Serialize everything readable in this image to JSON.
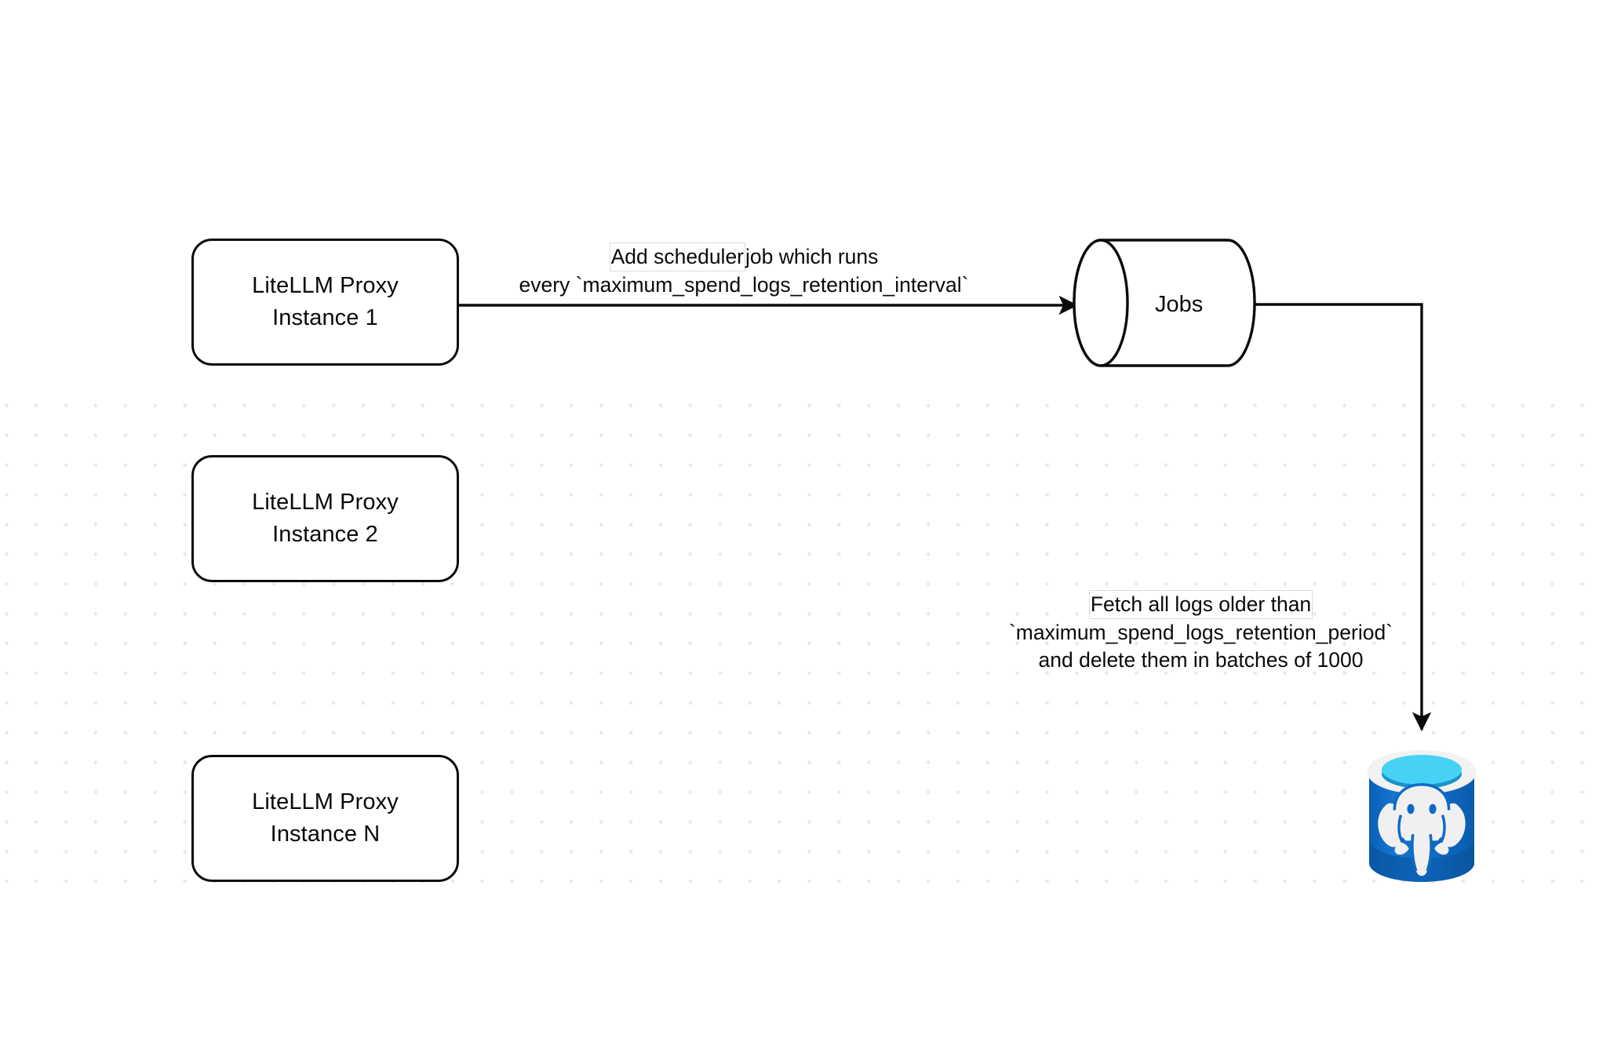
{
  "diagram": {
    "title": "LiteLLM Proxy spend logs retention scheduler flow",
    "background_color": "#ffffff",
    "grid_dot_color": "#e9e9e9",
    "stroke_color": "#0a0a0a"
  },
  "nodes": {
    "proxy_instances": [
      {
        "id": "proxy-1",
        "line1": "LiteLLM Proxy",
        "line2": "Instance 1"
      },
      {
        "id": "proxy-2",
        "line1": "LiteLLM Proxy",
        "line2": "Instance 2"
      },
      {
        "id": "proxy-n",
        "line1": "LiteLLM Proxy",
        "line2": "Instance N"
      }
    ],
    "jobs": {
      "id": "jobs",
      "label": "Jobs",
      "shape": "cylinder"
    },
    "database": {
      "id": "postgres-db",
      "icon": "postgresql-database-icon",
      "shape": "cylinder",
      "body_color": "#0f6bc4",
      "rim_color": "#ededed",
      "top_color": "#45d2f5",
      "inner_color": "#1a93c8",
      "elephant_color": "#f0f0f0"
    }
  },
  "edges": [
    {
      "id": "edge-scheduler",
      "from": "proxy-1",
      "to": "jobs",
      "label_lines": [
        {
          "text": "Add scheduler job which runs",
          "highlight_prefix": "Add scheduler"
        },
        {
          "text": "every `maximum_spend_logs_retention_interval`",
          "highlight_prefix": ""
        }
      ]
    },
    {
      "id": "edge-delete-logs",
      "from": "jobs",
      "to": "postgres-db",
      "label_lines": [
        {
          "text": "Fetch all logs older than",
          "highlight_prefix": "Fetch all logs older than"
        },
        {
          "text": "`maximum_spend_logs_retention_period`",
          "highlight_prefix": ""
        },
        {
          "text": "and delete them in batches of 1000",
          "highlight_prefix": ""
        }
      ]
    }
  ],
  "labels": {
    "edge1_line1_hl": "Add scheduler",
    "edge1_line1_rest": " job which runs",
    "edge1_line2": "every `maximum_spend_logs_retention_interval`",
    "edge2_line1": "Fetch all logs older than",
    "edge2_line2": "`maximum_spend_logs_retention_period`",
    "edge2_line3": "and delete them in batches of 1000"
  }
}
